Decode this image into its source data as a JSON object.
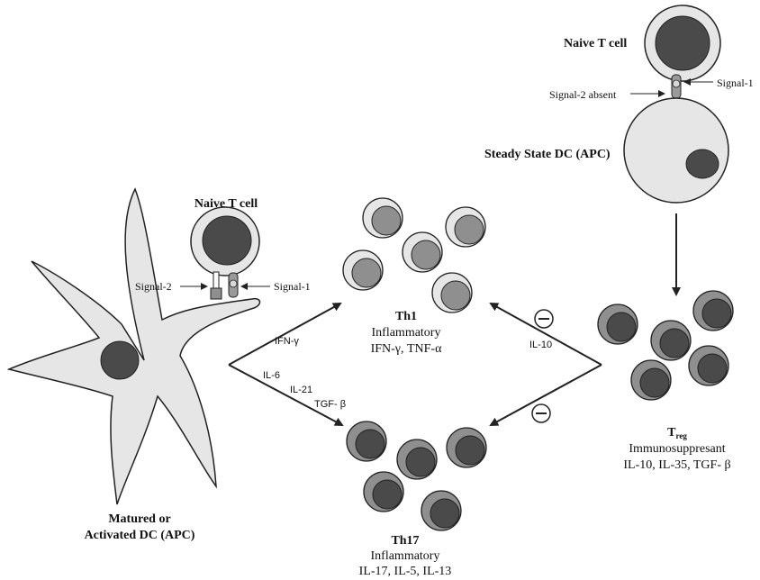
{
  "steady_state": {
    "naive_label": "Naive T cell",
    "signal1": "Signal-1",
    "signal2_absent": "Signal-2 absent",
    "dc_label": "Steady State DC (APC)"
  },
  "matured": {
    "naive_label": "Naive T cell",
    "signal2": "Signal-2",
    "signal1": "Signal-1",
    "dc_label_line1": "Matured or",
    "dc_label_line2": "Activated DC (APC)"
  },
  "arrows": {
    "ifn": "IFN-γ",
    "il6": "IL-6",
    "il21": "IL-21",
    "tgf": "TGF- β",
    "il10": "IL-10",
    "minus": "−"
  },
  "th1": {
    "title": "Th1",
    "line1": "Inflammatory",
    "line2": "IFN-γ, TNF-α"
  },
  "th17": {
    "title": "Th17",
    "line1": "Inflammatory",
    "line2": "IL-17, IL-5, IL-13"
  },
  "treg": {
    "title_main": "T",
    "title_sub": "reg",
    "line1": "Immunosuppresant",
    "line2": "IL-10, IL-35, TGF- β"
  },
  "colors": {
    "cell_light": "#e6e6e6",
    "cell_mid": "#8f8f8f",
    "cell_dark": "#4a4a4a",
    "stroke": "#222222"
  }
}
